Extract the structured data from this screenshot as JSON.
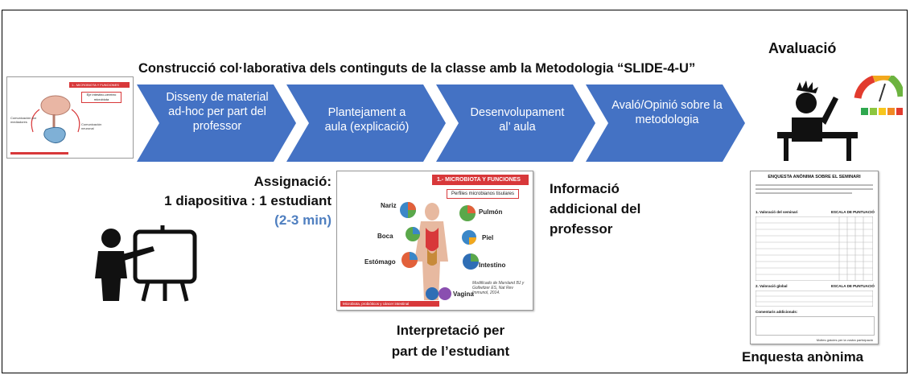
{
  "title": "Construcció col·laborativa dels continguts de la classe amb la Metodologia “SLIDE-4-U”",
  "evaluation_label": "Avaluació",
  "steps": [
    {
      "label": "Disseny de material ad-hoc per part del professor"
    },
    {
      "label": "Plantejament a aula (explicació)"
    },
    {
      "label": "Desenvolupament al’ aula"
    },
    {
      "label": "Avaló/Opinió sobre la metodologia"
    }
  ],
  "assignment": {
    "line1": "Assignació:",
    "line2": "1 diapositiva : 1 estudiant",
    "time": "(2-3 min)"
  },
  "additional_info": {
    "line1": "Informació",
    "line2": "addicional del",
    "line3": "professor"
  },
  "interpretation": {
    "line1": "Interpretació per",
    "line2": "part de l’estudiant"
  },
  "survey_label": "Enquesta anònima",
  "slide_thumbnail": {
    "header": "1.- MICROBIOTA Y FUNCIONES",
    "center_label": "Eje intestino-cerebro microbiota",
    "left_label": "Comunicación por mediadores",
    "right_label": "Comunicación neuronal"
  },
  "slide_example": {
    "header": "1.- MICROBIOTA Y FUNCIONES",
    "subtitle": "Perfiles microbianos tisulares",
    "organs": [
      "Nariz",
      "Boca",
      "Estómago",
      "Pulmón",
      "Piel",
      "Intestino",
      "Vagina"
    ],
    "citation": "Modificado de Marsland BJ y Gollwitzer ES, Nat Rev Immunol, 2014.",
    "footer": "Microbiota, probióticos y cáncer intestinal"
  },
  "survey_doc": {
    "title": "ENQUESTA ANÒNIMA SOBRE EL SEMINARI",
    "section1": "1. Valoració del seminari",
    "scale1": "ESCALA DE PUNTUACIÓ",
    "section2": "2. Valoració global",
    "scale2": "ESCALA DE PUNTUACIÓ",
    "comments": "Comentaris addicionals:",
    "thanks": "Moltes gràcies per la vostra participació"
  },
  "colors": {
    "arrow_fill": "#4472c4",
    "accent_red": "#d8383a",
    "time_blue": "#4f7fc0"
  }
}
